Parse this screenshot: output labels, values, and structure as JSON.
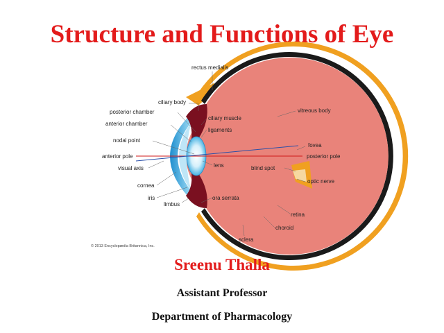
{
  "slide": {
    "title": "Structure and Functions of Eye",
    "author": "Sreenu Thalla",
    "position": "Assistant Professor",
    "department": "Department of Pharmacology"
  },
  "diagram": {
    "credit": "© 2013 Encyclopædia Britannica, Inc.",
    "labels": {
      "rectus_medialis": "rectus medialis",
      "ciliary_body": "ciliary body",
      "posterior_chamber": "posterior chamber",
      "anterior_chamber": "anterior chamber",
      "nodal_point": "nodal point",
      "anterior_pole": "anterior pole",
      "visual_axis": "visual axis",
      "cornea": "cornea",
      "iris": "iris",
      "limbus": "limbus",
      "ciliary_muscle": "ciliary muscle",
      "ligaments": "ligaments",
      "lens": "lens",
      "ora_serrata": "ora serrata",
      "vitreous_body": "vitreous body",
      "fovea": "fovea",
      "posterior_pole": "posterior pole",
      "blind_spot": "blind spot",
      "optic_nerve": "optic nerve",
      "retina": "retina",
      "choroid": "choroid",
      "sclera": "sclera"
    },
    "colors": {
      "sclera": "#f0a020",
      "choroid": "#1a1a1a",
      "vitreous": "#e9837a",
      "cornea": "#2aa4d8",
      "iris": "#7a1020",
      "pole_line": "#d01818",
      "axis_line": "#2a4fa8",
      "title_red": "#e31b1b"
    }
  }
}
